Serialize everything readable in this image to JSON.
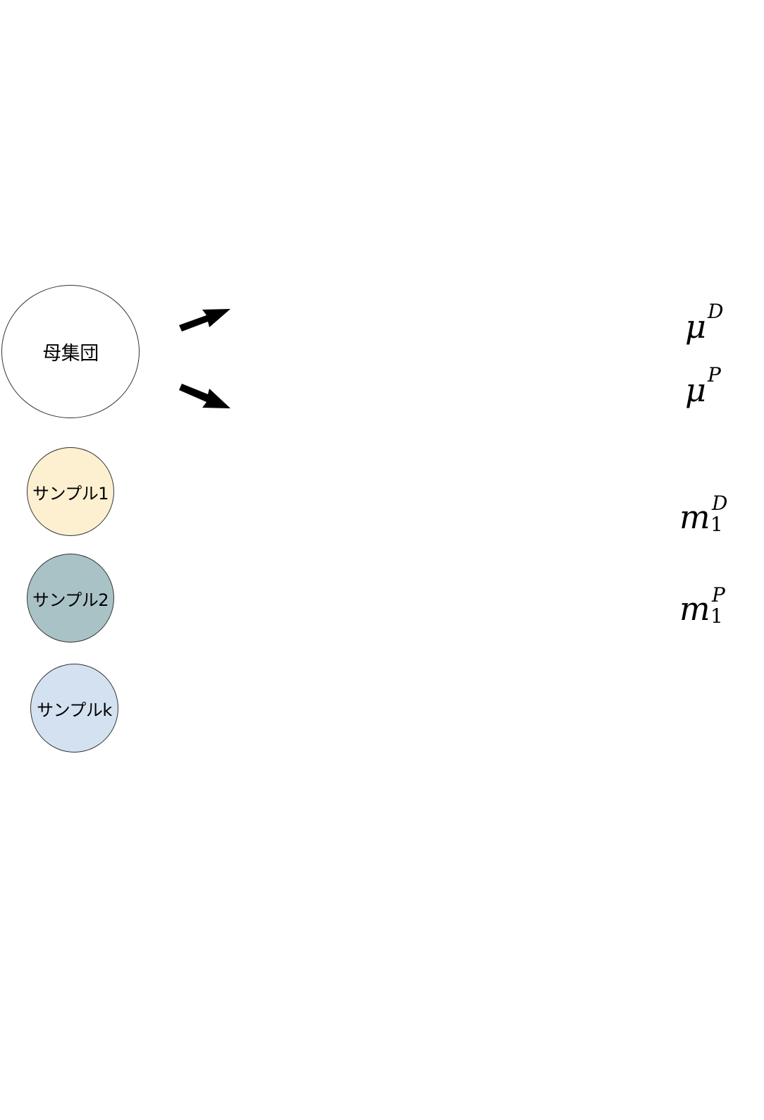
{
  "nodes": {
    "population": {
      "label": "母集団",
      "fill": "#ffffff"
    },
    "sample_1": {
      "label": "サンプル1",
      "fill": "#fdf0d0"
    },
    "sample_2": {
      "label": "サンプル2",
      "fill": "#a9c2c5"
    },
    "sample_k": {
      "label": "サンプルk",
      "fill": "#d4e1f0"
    }
  },
  "symbols": {
    "mu_D": {
      "base": "μ",
      "sup": "D"
    },
    "mu_P": {
      "base": "μ",
      "sup": "P"
    },
    "m1_D": {
      "base": "m",
      "sup": "D",
      "sub": "1"
    },
    "m1_P": {
      "base": "m",
      "sup": "P",
      "sub": "1"
    }
  },
  "colors": {
    "arrow": "#000000",
    "border": "#333333"
  }
}
